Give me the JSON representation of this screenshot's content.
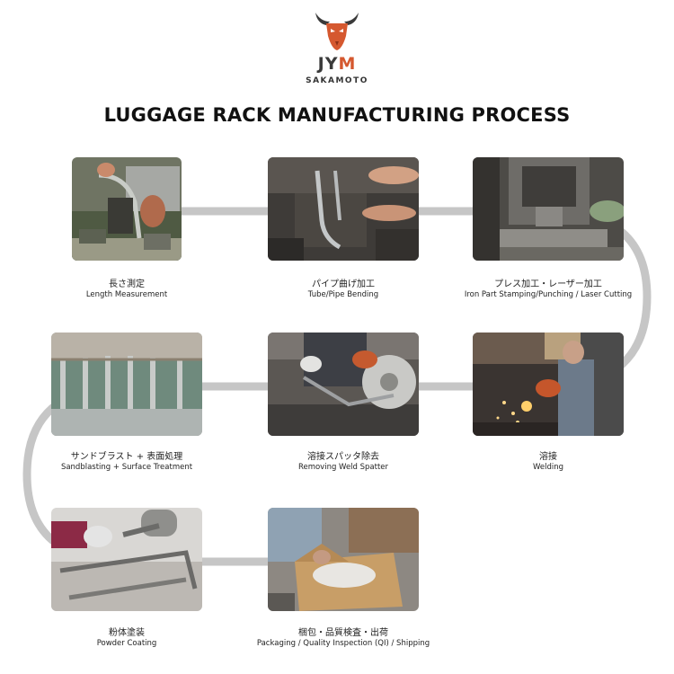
{
  "brand": {
    "name_part1": "JY",
    "name_part2": "M",
    "subtitle": "SAKAMOTO",
    "accent_color": "#d5582f",
    "logo_icon": "bull-head-icon"
  },
  "title": "LUGGAGE RACK MANUFACTURING PROCESS",
  "connector_color": "#c6c6c6",
  "steps": [
    {
      "jp": "長さ測定",
      "en": "Length Measurement",
      "photo": "length-measurement-photo"
    },
    {
      "jp": "パイプ曲げ加工",
      "en": "Tube/Pipe Bending",
      "photo": "pipe-bending-photo"
    },
    {
      "jp": "プレス加工・レーザー加工",
      "en": "Iron Part Stamping/Punching / Laser Cutting",
      "photo": "stamping-photo"
    },
    {
      "jp": "溶接",
      "en": "Welding",
      "photo": "welding-photo"
    },
    {
      "jp": "溶接スパッタ除去",
      "en": "Removing Weld Spatter",
      "photo": "spatter-removal-photo"
    },
    {
      "jp": "サンドブラスト + 表面処理",
      "en": "Sandblasting + Surface Treatment",
      "photo": "sandblasting-photo"
    },
    {
      "jp": "粉体塗装",
      "en": "Powder Coating",
      "photo": "powder-coating-photo"
    },
    {
      "jp": "梱包・品質検査・出荷",
      "en": "Packaging / Quality Inspection (QI) / Shipping",
      "photo": "packaging-photo"
    }
  ]
}
